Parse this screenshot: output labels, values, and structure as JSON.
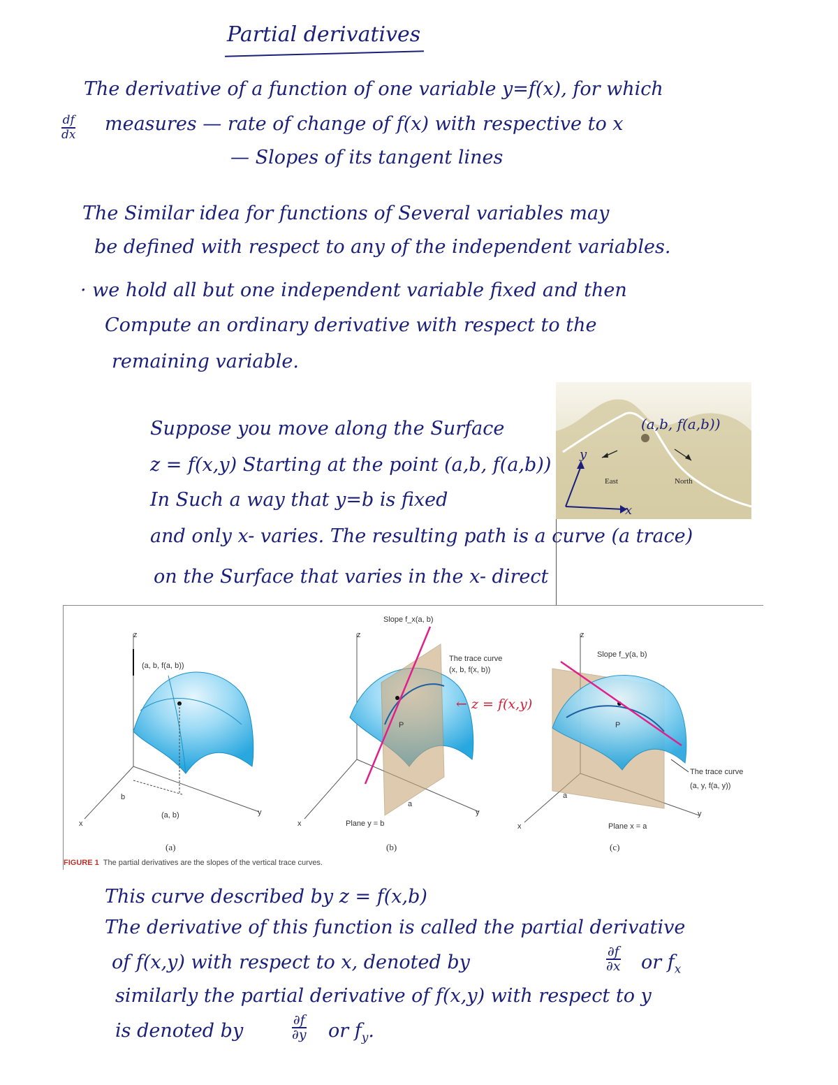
{
  "title": "Partial derivatives",
  "intro": {
    "line1": "The derivative of a function of one variable y=f(x), for which",
    "frac_num": "df",
    "frac_den": "dx",
    "line2": "measures — rate of change of f(x) with respective to x",
    "line3": "— Slopes of its tangent lines"
  },
  "similar": {
    "line1": "The Similar idea for functions of Several variables may",
    "line2": "be defined with respect to any of the independent variables.",
    "line3": "· we hold all but one independent variable fixed and then",
    "line4": "Compute an ordinary derivative with respect to the",
    "line5": "remaining variable."
  },
  "suppose": {
    "line1": "Suppose you move along the Surface",
    "line2": "z = f(x,y) Starting at the point (a,b, f(a,b))",
    "line3": "In Such a way that y=b is fixed",
    "line4": "and only x- varies. The resulting path is a curve (a trace)",
    "line5": "on the Surface that varies in the x- direct"
  },
  "photo": {
    "point_label": "(a,b, f(a,b))",
    "east": "East",
    "north": "North",
    "axis_y": "y",
    "axis_x": "x"
  },
  "figure": {
    "a": {
      "z": "z",
      "point": "(a, b, f(a, b))",
      "base": "(a, b)",
      "x": "x",
      "y": "y",
      "b": "b",
      "label": "(a)"
    },
    "b": {
      "z": "z",
      "slope": "Slope f_x(a, b)",
      "trace": "The trace curve",
      "trace2": "(x, b, f(x, b))",
      "annot": "← z = f(x,y)",
      "p": "P",
      "a": "a",
      "x": "x",
      "y": "y",
      "plane": "Plane y = b",
      "label": "(b)"
    },
    "c": {
      "z": "z",
      "slope": "Slope f_y(a, b)",
      "p": "P",
      "trace": "The trace curve",
      "trace2": "(a, y, f(a, y))",
      "a": "a",
      "x": "x",
      "y": "y",
      "plane": "Plane x = a",
      "label": "(c)"
    },
    "caption_head": "FIGURE 1",
    "caption": "The partial derivatives are the slopes of the vertical trace curves."
  },
  "closing": {
    "line1": "This curve described by z = f(x,b)",
    "line2": "The derivative of this function is called the partial derivative",
    "line3": "of f(x,y) with respect to x, denoted by",
    "frac1_num": "∂f",
    "frac1_den": "∂x",
    "line3b": "or f",
    "sub_x": "x",
    "line4": "similarly the partial derivative of f(x,y) with respect to y",
    "line5": "is denoted by",
    "frac2_num": "∂f",
    "frac2_den": "∂y",
    "line5b": "or f",
    "sub_y": "y",
    "line5c": "."
  },
  "colors": {
    "ink": "#1a1f7a",
    "surface": "#39b4e8",
    "plane": "#c9a77a",
    "tangent": "#e0208a"
  }
}
